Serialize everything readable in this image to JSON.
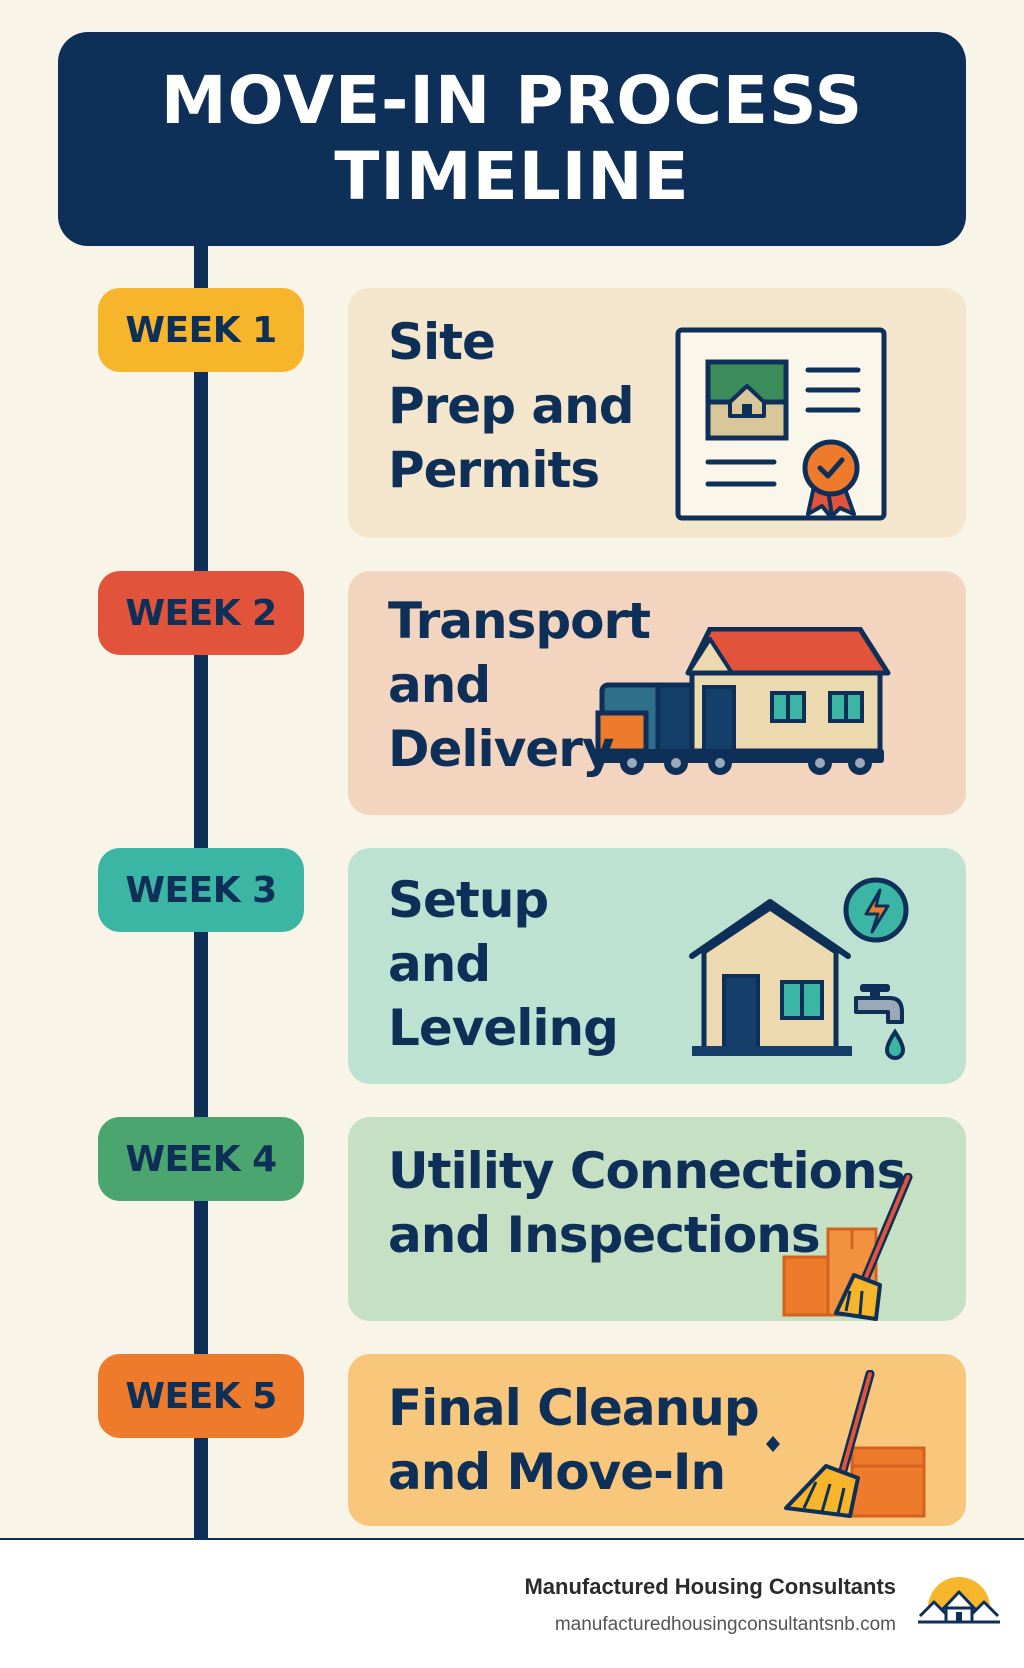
{
  "title": {
    "line1": "MOVE-IN PROCESS",
    "line2": "TIMELINE"
  },
  "steps": [
    {
      "week": "WEEK 1",
      "title_lines": [
        "Site",
        "Prep and",
        "Permits"
      ],
      "icon": "permit-document-icon",
      "badge_color": "#f7b52c",
      "card_color": "#f4e6cc"
    },
    {
      "week": "WEEK 2",
      "title_lines": [
        "Transport",
        "and",
        "Delivery"
      ],
      "icon": "delivery-truck-house-icon",
      "badge_color": "#e1543b",
      "card_color": "#f2d4bf"
    },
    {
      "week": "WEEK 3",
      "title_lines": [
        "Setup",
        "and",
        "Leveling"
      ],
      "icon": "house-utilities-icon",
      "badge_color": "#3bb5a4",
      "card_color": "#bde2d2"
    },
    {
      "week": "WEEK 4",
      "title_lines": [
        "Utility Connections",
        "and Inspections"
      ],
      "icon": "boxes-broom-icon",
      "badge_color": "#4aa56e",
      "card_color": "#c6e0c3"
    },
    {
      "week": "WEEK 5",
      "title_lines": [
        "Final Cleanup",
        "and Move-In"
      ],
      "icon": "broom-box-sparkle-icon",
      "badge_color": "#ee7a2c",
      "card_color": "#f8c77c"
    }
  ],
  "footer": {
    "company": "Manufactured Housing Consultants",
    "url": "manufacturedhousingconsultantsnb.com",
    "logo_icon": "sunrise-houses-logo-icon"
  },
  "colors": {
    "navy": "#0e2f57",
    "background": "#f9f4e8"
  }
}
